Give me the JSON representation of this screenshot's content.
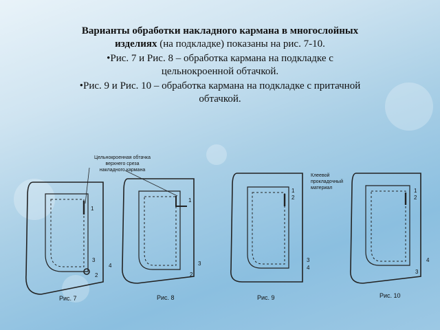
{
  "heading": {
    "bold": "Варианты обработки накладного кармана в многослойных изделиях",
    "rest": " (на подкладке) показаны на рис. 7-10."
  },
  "bullets": [
    "Рис. 7 и Рис. 8 – обработка кармана на подкладке с цельнокроенной обтачкой.",
    "Рис. 9 и Рис. 10 – обработка кармана на подкладке с притачной обтачкой."
  ],
  "callouts": {
    "fig8_note": [
      "Цельнокроенная обтачка",
      "верхнего среза",
      "накладного кармана"
    ],
    "fig9_note": [
      "Клеевой",
      "прокладочный",
      "материал"
    ]
  },
  "figures": [
    {
      "caption": "Рис. 7",
      "marks": [
        "1",
        "3",
        "4",
        "2"
      ]
    },
    {
      "caption": "Рис. 8",
      "marks": [
        "1",
        "3",
        "2"
      ]
    },
    {
      "caption": "Рис. 9",
      "marks": [
        "1",
        "2",
        "3",
        "4"
      ]
    },
    {
      "caption": "Рис. 10",
      "marks": [
        "1",
        "2",
        "4",
        "3"
      ]
    }
  ]
}
